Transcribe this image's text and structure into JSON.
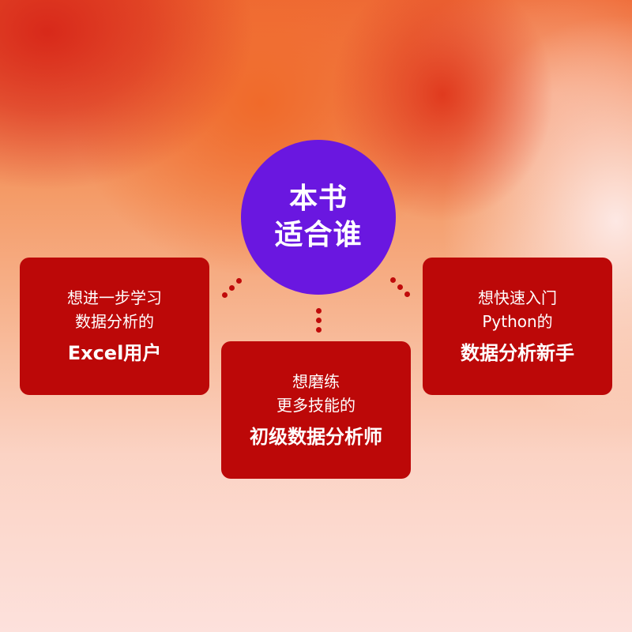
{
  "header": {
    "title_line1": "本书",
    "title_line2": "适合谁"
  },
  "cards": [
    {
      "line1": "想进一步学习",
      "line2": "数据分析的",
      "highlight": "Excel用户"
    },
    {
      "line1": "想磨练",
      "line2": "更多技能的",
      "highlight": "初级数据分析师"
    },
    {
      "line1": "想快速入门",
      "line2": "Python的",
      "highlight": "数据分析新手"
    }
  ],
  "colors": {
    "circle": "#6a17e0",
    "card": "#bc0808",
    "dots": "#c00a0a",
    "text": "#ffffff"
  }
}
